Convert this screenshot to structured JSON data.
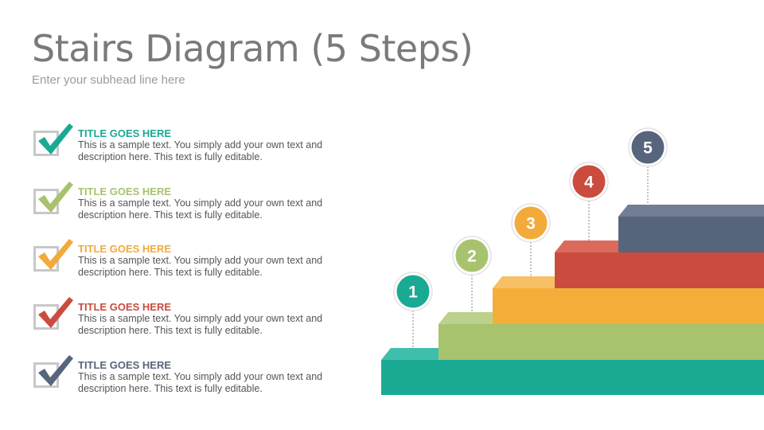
{
  "header": {
    "title": "Stairs Diagram (5 Steps)",
    "subtitle": "Enter your subhead line here"
  },
  "items": [
    {
      "title": "TITLE GOES HERE",
      "description": "This is a sample text. You simply add your own text and description here. This text is fully editable.",
      "color": "#1aaa94"
    },
    {
      "title": "TITLE GOES HERE",
      "description": "This is a sample text. You simply add your own text and description here. This text is fully editable.",
      "color": "#a8c36e"
    },
    {
      "title": "TITLE GOES HERE",
      "description": "This is a sample text. You simply add your own text and description here. This text is fully editable.",
      "color": "#f2aa3b"
    },
    {
      "title": "TITLE GOES HERE",
      "description": "This is a sample text. You simply add your own text and description here. This text is fully editable.",
      "color": "#c94c3e"
    },
    {
      "title": "TITLE GOES HERE",
      "description": "This is a sample text. You simply add your own text and description here. This text is fully editable.",
      "color": "#57657c"
    }
  ],
  "steps": [
    {
      "number": "1",
      "color": "#1aaa94",
      "top_color": "#3fbfab",
      "marker_color": "#1aaa94"
    },
    {
      "number": "2",
      "color": "#a8c36e",
      "top_color": "#bcd18c",
      "marker_color": "#a8c36e"
    },
    {
      "number": "3",
      "color": "#f5ad3a",
      "top_color": "#f8c066",
      "marker_color": "#f2aa3b"
    },
    {
      "number": "4",
      "color": "#c94c3e",
      "top_color": "#d96a5c",
      "marker_color": "#c94c3e"
    },
    {
      "number": "5",
      "color": "#57657c",
      "top_color": "#717e93",
      "marker_color": "#57657c"
    }
  ]
}
